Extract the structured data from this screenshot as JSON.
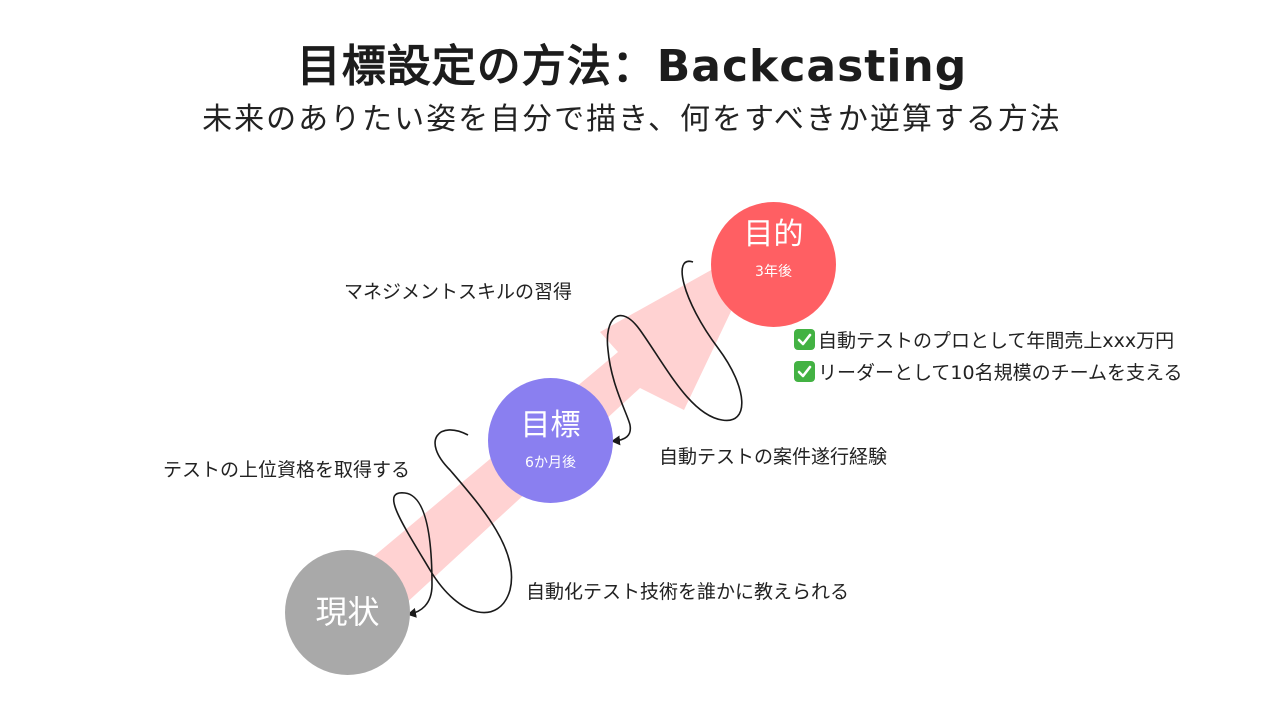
{
  "title": "目標設定の方法：Backcasting",
  "subtitle": "未来のありたい姿を自分で描き、何をすべきか逆算する方法",
  "nodes": {
    "current": {
      "label": "現状",
      "color": "#a9a9a9"
    },
    "goal": {
      "label": "目標",
      "sub": "6か月後",
      "color": "#8a7ff0"
    },
    "purpose": {
      "label": "目的",
      "sub": "3年後",
      "color": "#ff5f63"
    }
  },
  "steps": {
    "management": "マネジメントスキルの習得",
    "test_certification": "テストの上位資格を取得する",
    "automation_projects": "自動テストの案件遂行経験",
    "teach_automation": "自動化テスト技術を誰かに教えられる"
  },
  "purpose_checks": [
    "自動テストのプロとして年間売上xxx万円",
    "リーダーとして10名規模のチームを支える"
  ],
  "colors": {
    "arrow": "#ffd2d2",
    "check": "#43b243",
    "loop": "#1a1a1a"
  }
}
